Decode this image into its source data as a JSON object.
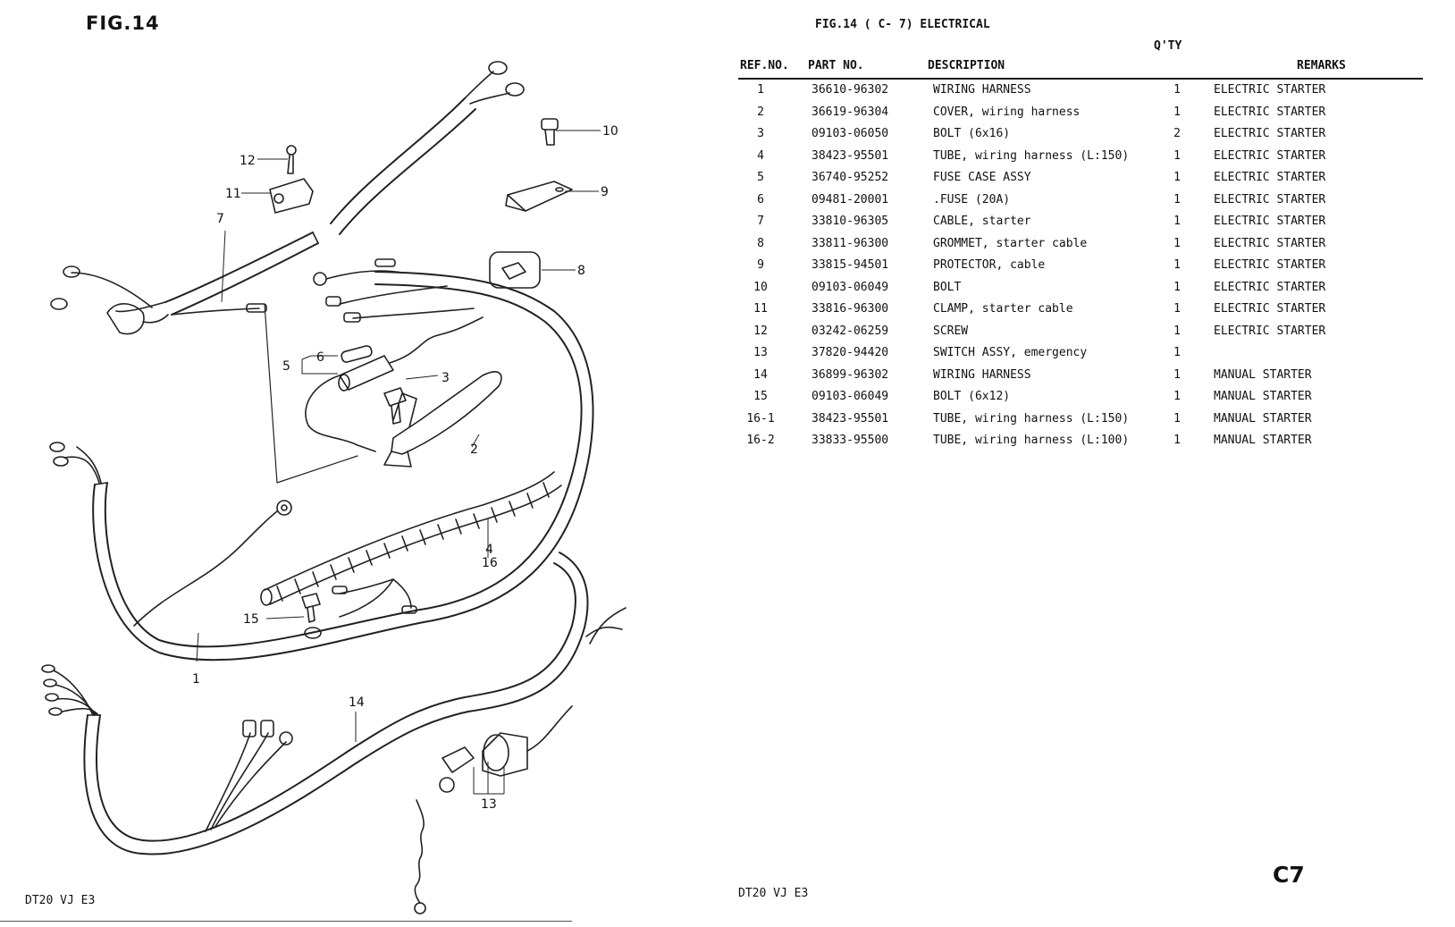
{
  "figure_label": "FIG.14",
  "table_title": "FIG.14 (  C- 7) ELECTRICAL",
  "columns": {
    "ref_no": "REF.NO.",
    "part_no": "PART NO.",
    "description": "DESCRIPTION",
    "qty": "Q'TY",
    "remarks": "REMARKS"
  },
  "parts": [
    {
      "ref": "1",
      "part_no": "36610-96302",
      "description": "WIRING HARNESS",
      "qty": "1",
      "remarks": "ELECTRIC STARTER"
    },
    {
      "ref": "2",
      "part_no": "36619-96304",
      "description": "COVER, wiring harness",
      "qty": "1",
      "remarks": "ELECTRIC STARTER"
    },
    {
      "ref": "3",
      "part_no": "09103-06050",
      "description": "BOLT (6x16)",
      "qty": "2",
      "remarks": "ELECTRIC STARTER"
    },
    {
      "ref": "4",
      "part_no": "38423-95501",
      "description": "TUBE, wiring harness (L:150)",
      "qty": "1",
      "remarks": "ELECTRIC STARTER"
    },
    {
      "ref": "5",
      "part_no": "36740-95252",
      "description": "FUSE CASE ASSY",
      "qty": "1",
      "remarks": "ELECTRIC STARTER"
    },
    {
      "ref": "6",
      "part_no": "09481-20001",
      "description": ".FUSE (20A)",
      "qty": "1",
      "remarks": "ELECTRIC STARTER"
    },
    {
      "ref": "7",
      "part_no": "33810-96305",
      "description": "CABLE, starter",
      "qty": "1",
      "remarks": "ELECTRIC STARTER"
    },
    {
      "ref": "8",
      "part_no": "33811-96300",
      "description": "GROMMET, starter cable",
      "qty": "1",
      "remarks": "ELECTRIC STARTER"
    },
    {
      "ref": "9",
      "part_no": "33815-94501",
      "description": "PROTECTOR, cable",
      "qty": "1",
      "remarks": "ELECTRIC STARTER"
    },
    {
      "ref": "10",
      "part_no": "09103-06049",
      "description": "BOLT",
      "qty": "1",
      "remarks": "ELECTRIC STARTER"
    },
    {
      "ref": "11",
      "part_no": "33816-96300",
      "description": "CLAMP, starter cable",
      "qty": "1",
      "remarks": "ELECTRIC STARTER"
    },
    {
      "ref": "12",
      "part_no": "03242-06259",
      "description": "SCREW",
      "qty": "1",
      "remarks": "ELECTRIC STARTER"
    },
    {
      "ref": "13",
      "part_no": "37820-94420",
      "description": "SWITCH ASSY, emergency",
      "qty": "1",
      "remarks": ""
    },
    {
      "ref": "14",
      "part_no": "36899-96302",
      "description": "WIRING HARNESS",
      "qty": "1",
      "remarks": "MANUAL STARTER"
    },
    {
      "ref": "15",
      "part_no": "09103-06049",
      "description": "BOLT (6x12)",
      "qty": "1",
      "remarks": "MANUAL STARTER"
    },
    {
      "ref": "16-1",
      "part_no": "38423-95501",
      "description": "TUBE, wiring harness (L:150)",
      "qty": "1",
      "remarks": "MANUAL STARTER"
    },
    {
      "ref": "16-2",
      "part_no": "33833-95500",
      "description": "TUBE, wiring harness (L:100)",
      "qty": "1",
      "remarks": "MANUAL STARTER"
    }
  ],
  "callouts": {
    "c1": "1",
    "c2": "2",
    "c3": "3",
    "c4": "4",
    "c5": "5",
    "c6": "6",
    "c7": "7",
    "c8": "8",
    "c9": "9",
    "c10": "10",
    "c11": "11",
    "c12": "12",
    "c13": "13",
    "c14": "14",
    "c15": "15",
    "c16": "16"
  },
  "footer_left": "DT20 VJ E3",
  "footer_right": "DT20 VJ E3",
  "page_code": "C7"
}
